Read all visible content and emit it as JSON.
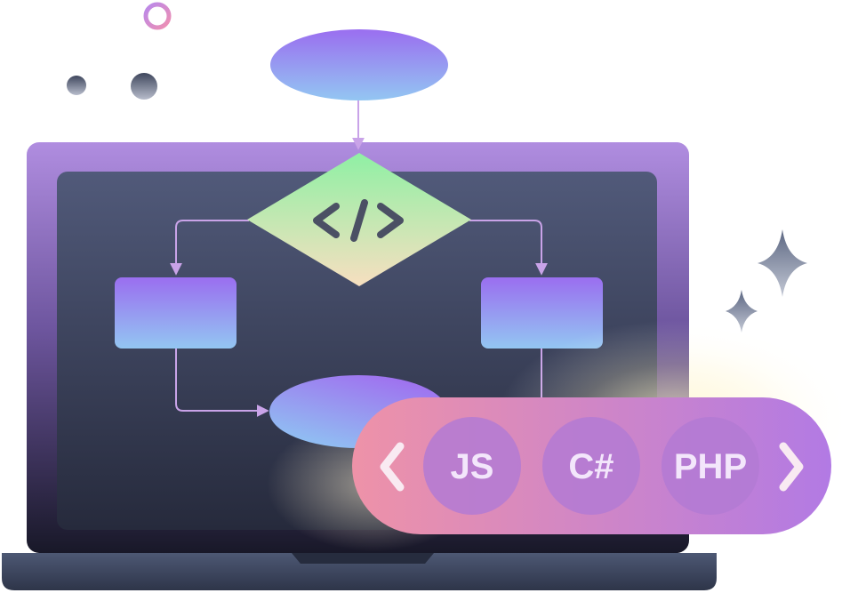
{
  "illustration": {
    "center_icon": "code-brackets-icon",
    "center_icon_glyph": "</>"
  },
  "language_carousel": {
    "prev_icon": "chevron-left-icon",
    "next_icon": "chevron-right-icon",
    "items": [
      {
        "label": "JS"
      },
      {
        "label": "C#"
      },
      {
        "label": "PHP"
      }
    ]
  },
  "colors": {
    "laptop_frame_top": "#b08de0",
    "laptop_frame_bottom": "#181828",
    "screen_top": "#515a7a",
    "screen_bottom": "#262a3c",
    "laptop_base": "#3e4862",
    "purple_accent": "#9a6ef0",
    "blue_accent": "#93c6f2",
    "green_accent": "#8ff0a4",
    "peach_accent": "#f7dfc0",
    "connector_line": "#c9a3e8",
    "pill_left": "#ee92a8",
    "pill_right": "#b27ae4",
    "chip_fill": "#b37ad3",
    "chip_text": "#f3e6fb",
    "sparkle": "#6a7590"
  }
}
